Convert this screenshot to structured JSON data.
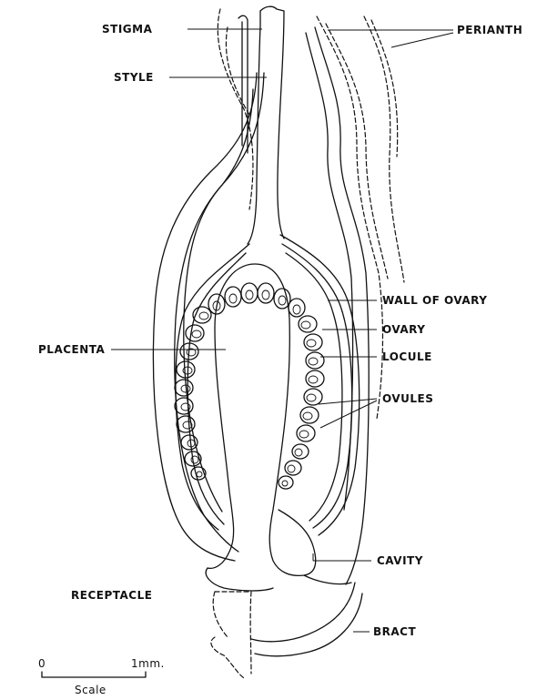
{
  "labels": {
    "stigma": "STIGMA",
    "style": "STYLE",
    "perianth": "PERIANTH",
    "wall_of_ovary": "WALL OF OVARY",
    "ovary": "OVARY",
    "placenta": "PLACENTA",
    "locule": "LOCULE",
    "ovules": "OVULES",
    "cavity": "CAVITY",
    "receptacle": "RECEPTACLE",
    "bract": "BRACT"
  },
  "scale": {
    "zero": "0",
    "one": "1mm.",
    "caption": "Scale"
  }
}
